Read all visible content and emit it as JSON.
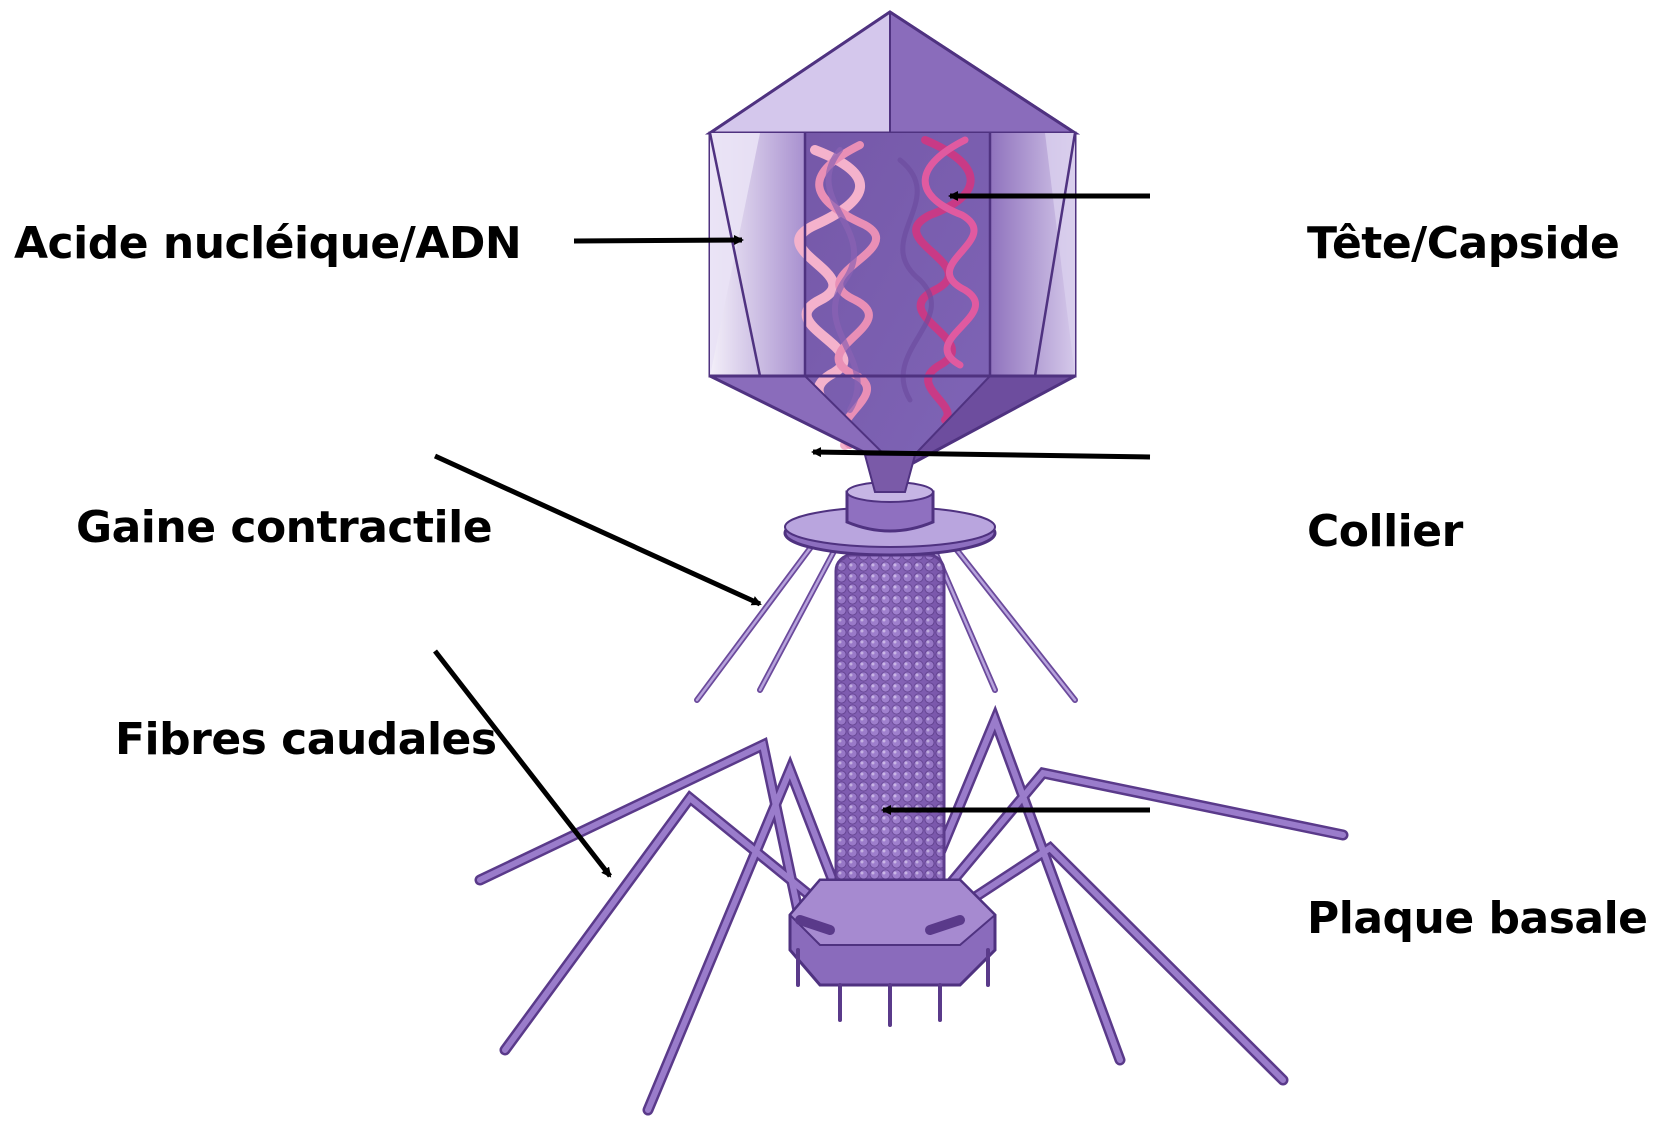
{
  "labels": {
    "nucleic_acid": "Acide nucléique/ADN",
    "head_capsid": "Tête/Capside",
    "contractile_sheath": "Gaine contractile",
    "collar": "Collier",
    "tail_fibers": "Fibres caudales",
    "base_plate": "Plaque basale"
  },
  "colors": {
    "capsid_light": "#e4dcf2",
    "capsid_mid": "#a58ccc",
    "capsid_dark": "#6b4a9c",
    "outline": "#5a3a8a",
    "dna_pink": "#f2a6c4",
    "dna_magenta": "#c8357f",
    "arrow": "#000000"
  }
}
